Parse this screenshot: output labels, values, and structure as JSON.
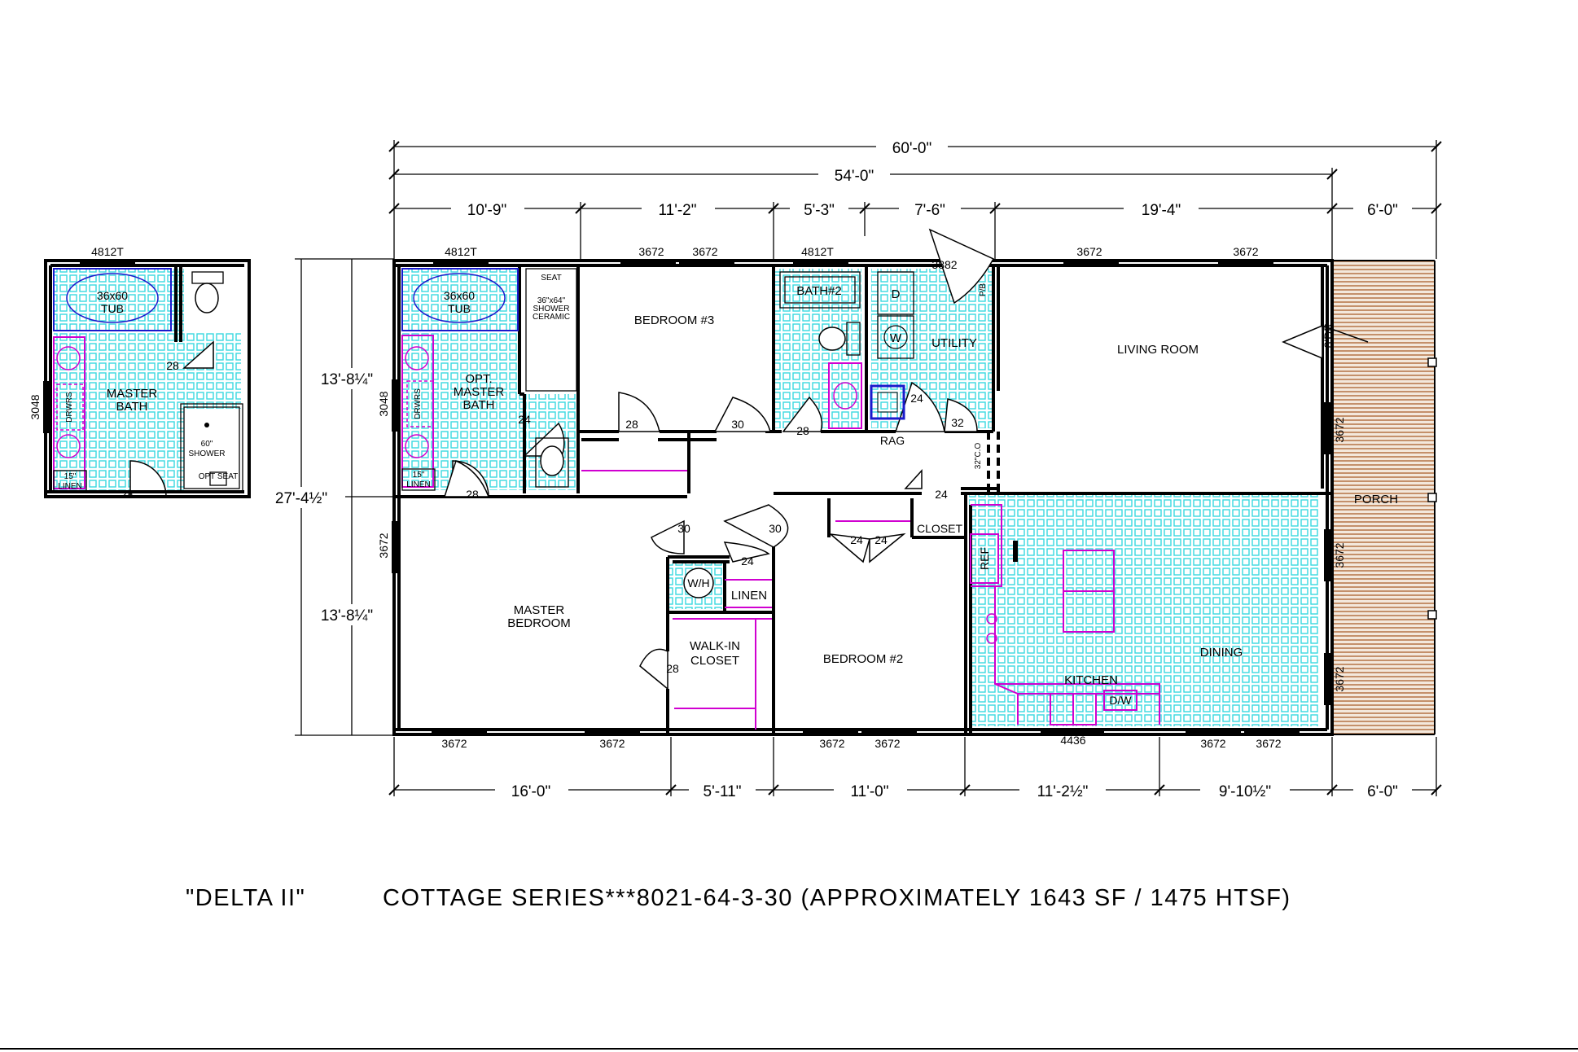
{
  "title": "\"DELTA II\"",
  "subtitle": "COTTAGE SERIES***8021-64-3-30 (APPROXIMATELY 1643 SF / 1475 HTSF)",
  "dimensions": {
    "overall": "60'-0\"",
    "main": "54'-0\"",
    "top": [
      "10'-9\"",
      "11'-2\"",
      "5'-3\"",
      "7'-6\"",
      "19'-4\"",
      "6'-0\""
    ],
    "bottom": [
      "16'-0\"",
      "5'-11\"",
      "11'-0\"",
      "11'-2½\"",
      "9'-10½\"",
      "6'-0\""
    ],
    "left_total": "27'-4½\"",
    "left_upper": "13'-8¼\"",
    "left_lower": "13'-8¼\""
  },
  "rooms": {
    "bedroom3": "BEDROOM #3",
    "living_room": "LIVING ROOM",
    "utility": "UTILITY",
    "master_bedroom_1": "MASTER",
    "master_bedroom_2": "BEDROOM",
    "bedroom2": "BEDROOM #2",
    "dining": "DINING",
    "kitchen": "KITCHEN",
    "porch": "PORCH",
    "walkin_1": "WALK-IN",
    "walkin_2": "CLOSET",
    "linen": "LINEN",
    "closet": "CLOSET",
    "opt_master_bath_1": "OPT.",
    "opt_master_bath_2": "MASTER",
    "opt_master_bath_3": "BATH",
    "alt_master_bath_1": "MASTER",
    "alt_master_bath_2": "BATH",
    "bath2": "BATH#2"
  },
  "fixtures": {
    "tub_1": "36x60",
    "tub_2": "TUB",
    "drwrs": "DRWRS",
    "linen15_1": "15\"",
    "linen15_2": "LINEN",
    "shower60_1": "60\"",
    "shower60_2": "SHOWER",
    "opt_seat": "OPT SEAT",
    "shower_ceramic_1": "36\"x64\"",
    "shower_ceramic_2": "SHOWER",
    "shower_ceramic_3": "CERAMIC",
    "seat": "SEAT",
    "wh": "W/H",
    "ref": "REF",
    "dw": "D/W",
    "dryer": "D",
    "washer": "W",
    "rag": "RAG",
    "pb": "P/B",
    "dr8": "8'DR",
    "co32": "32\"C.O"
  },
  "windows": {
    "w4812t": "4812T",
    "w3672": "3672",
    "w3882": "3882",
    "w3048": "3048",
    "w4436": "4436"
  },
  "doors": {
    "d28": "28",
    "d30": "30",
    "d24": "24",
    "d32": "32"
  }
}
